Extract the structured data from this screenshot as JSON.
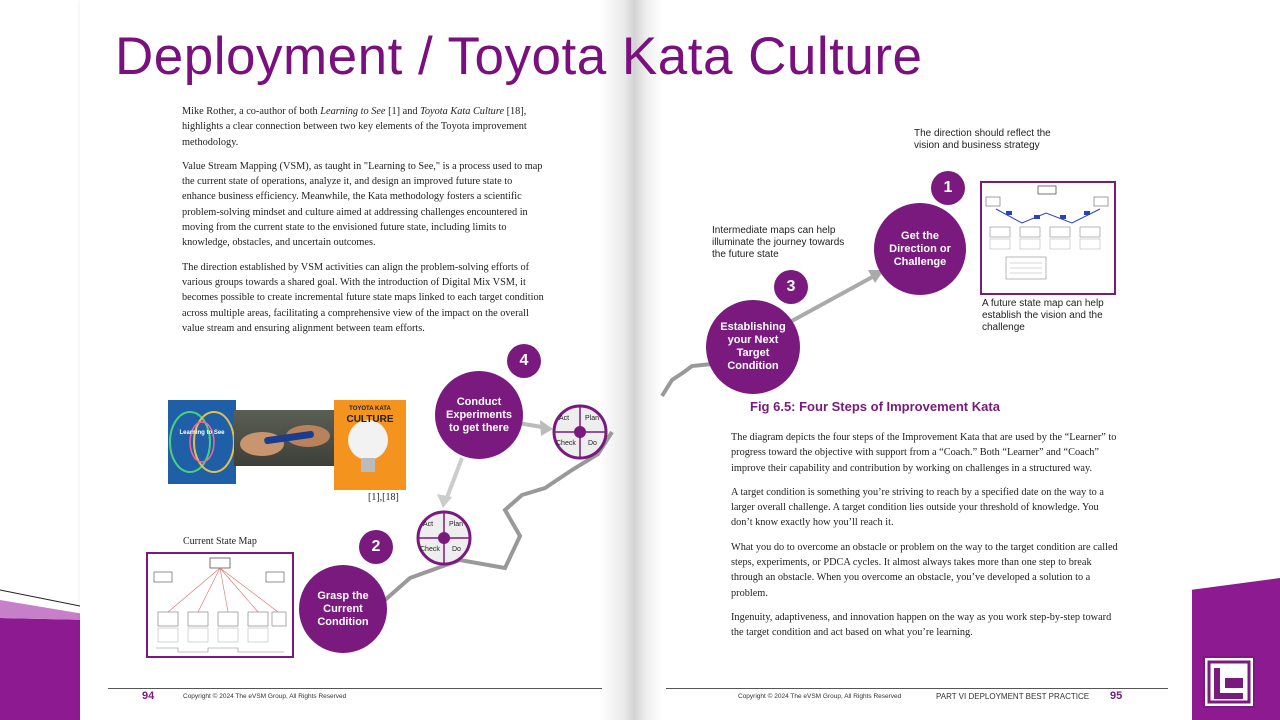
{
  "slide": {
    "title": "Deployment / Toyota Kata Culture"
  },
  "left_page": {
    "paragraph1_a": "Mike Rother, a co-author of both ",
    "paragraph1_b": "Learning to See",
    "paragraph1_c": " [1] and ",
    "paragraph1_d": "Toyota Kata Culture",
    "paragraph1_e": " [18], highlights a clear connection between two key elements of the Toyota improvement methodology.",
    "paragraph2": "Value Stream Mapping (VSM), as taught in \"Learning to See,\" is a process used to map the current state of operations, analyze it, and design an improved future state to enhance business efficiency. Meanwhile, the Kata methodology fosters a scientific problem-solving mindset and culture aimed at addressing challenges encountered in moving from the current state to the envisioned future state, including limits to knowledge, obstacles, and uncertain outcomes.",
    "paragraph3": "The direction established by VSM activities can align the problem-solving efforts of various groups towards a shared goal. With the introduction of Digital Mix VSM, it becomes possible to create incremental future state maps linked to each target condition across multiple areas, facilitating a comprehensive view of the impact on the overall value stream and ensuring alignment between team efforts.",
    "book1_title": "Learning to See",
    "book2_title_line1": "TOYOTA KATA",
    "book2_title_line2": "CULTURE",
    "citation": "[1],[18]",
    "current_state_label": "Current State Map",
    "page_number": "94",
    "copyright": "Copyright © 2024 The eVSM Group, All Rights Reserved"
  },
  "diagram": {
    "step1_number": "1",
    "step1_label": "Get the Direction or Challenge",
    "step2_number": "2",
    "step2_label": "Grasp the Current Condition",
    "step3_number": "3",
    "step3_label": "Establishing your Next Target Condition",
    "step4_number": "4",
    "step4_label": "Conduct Experiments to get there",
    "pdca_act": "Act",
    "pdca_plan": "Plan",
    "pdca_check": "Check",
    "pdca_do": "Do",
    "note_direction": "The direction should reflect the vision and business strategy",
    "note_intermediate": "Intermediate maps can help illuminate the journey towards the future state",
    "note_future": "A future state map can help establish the vision and the challenge"
  },
  "right_page": {
    "figure_caption": "Fig 6.5: Four Steps of Improvement Kata",
    "paragraph1": "The diagram depicts the four steps of the Improvement Kata that are used by the “Learner” to progress toward the objective with support from a “Coach.” Both “Learner” and “Coach” improve their capability and contribution by working on challenges in a structured way.",
    "paragraph2": "A target condition is something you’re striving to reach by a specified date on the way to a larger overall challenge. A target condition lies outside your threshold of knowledge. You don’t know exactly how you’ll reach it.",
    "paragraph3": "What you do to overcome an obstacle or problem on the way to the target condition are called steps, experiments, or PDCA cycles. It almost always takes more than one step to break through an obstacle. When you overcome an obstacle, you’ve developed a solution to a problem.",
    "paragraph4": "Ingenuity, adaptiveness, and innovation happen on the way as you work step-by-step toward the target condition and act based on what you’re learning.",
    "copyright": "Copyright © 2024 The eVSM Group, All Rights Reserved",
    "section": "PART VI DEPLOYMENT BEST PRACTICE",
    "page_number": "95"
  },
  "colors": {
    "brand_purple": "#7a1a7e",
    "title_purple": "#7a0f7e"
  },
  "icons": {
    "logo": "evsm-logo-icon"
  }
}
